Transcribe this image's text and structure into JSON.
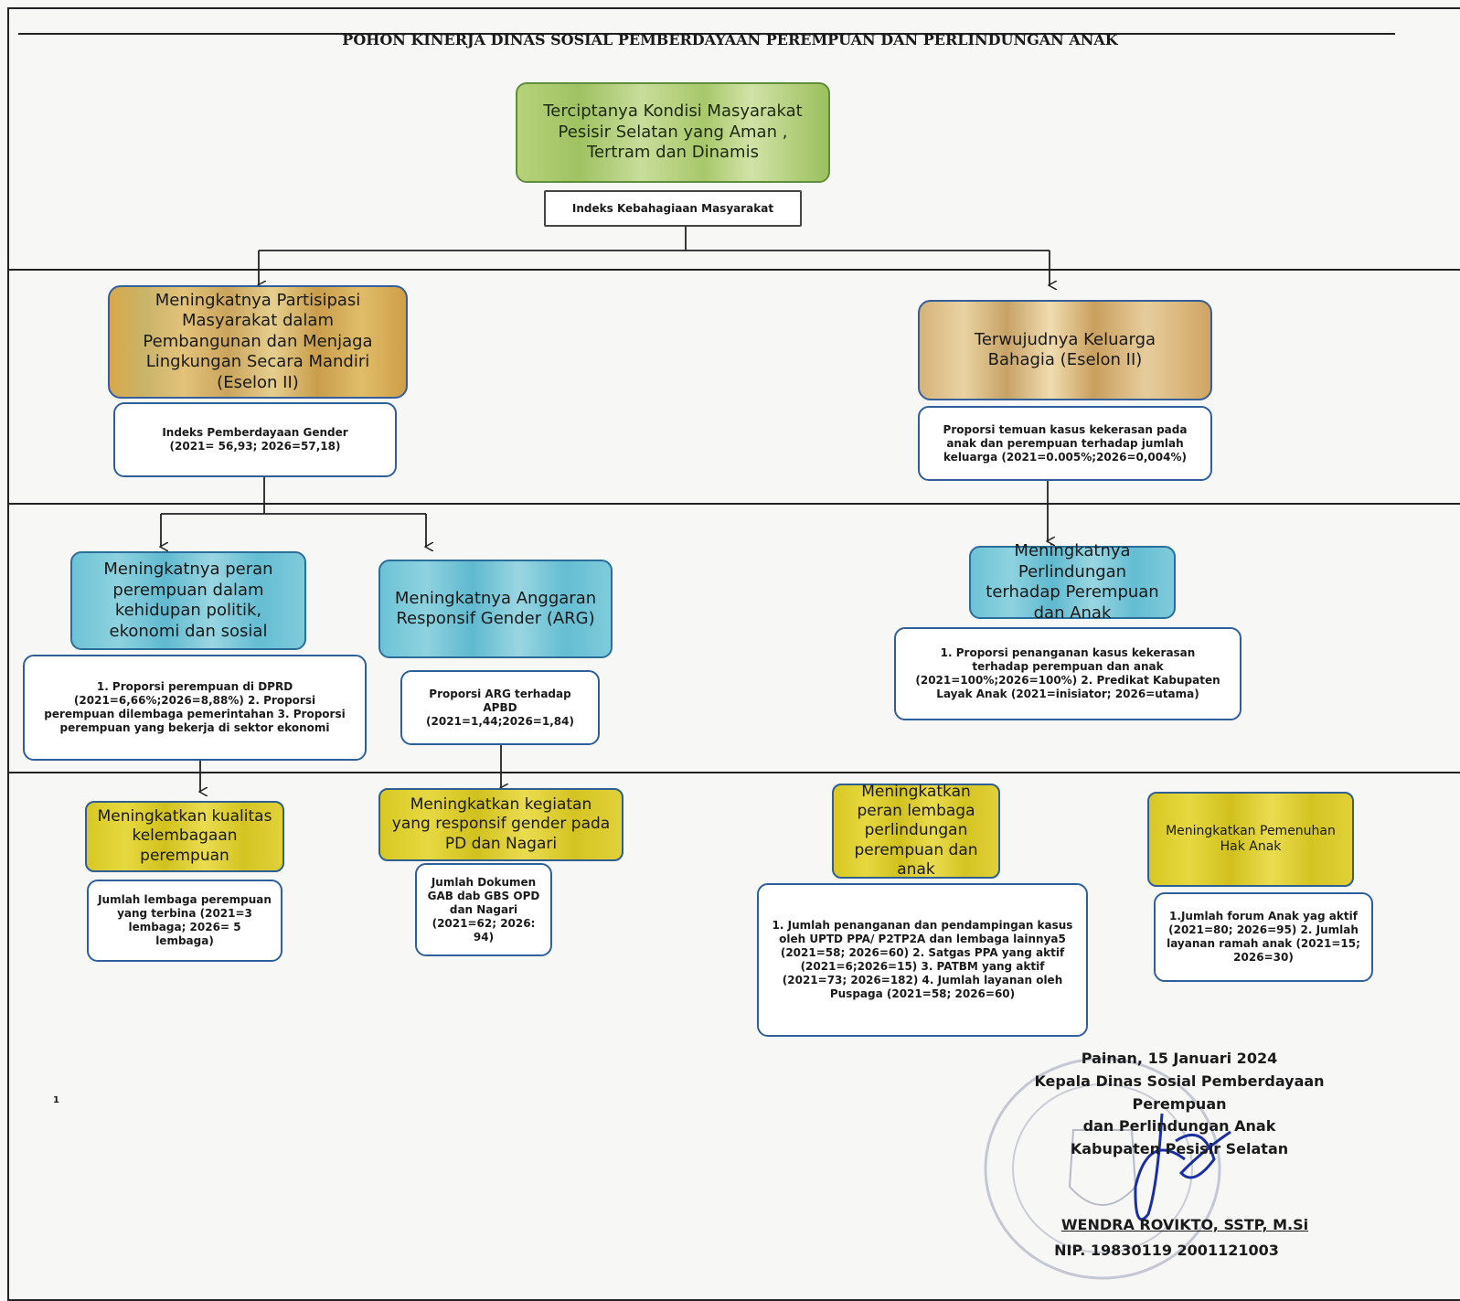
{
  "title": "POHON KINERJA DINAS SOSIAL PEMBERDAYAAN PEREMPUAN DAN PERLINDUNGAN ANAK",
  "top": {
    "goal": "Terciptanya Kondisi Masyarakat Pesisir Selatan yang Aman , Tertram dan Dinamis",
    "indicator": "Indeks Kebahagiaan Masyarakat"
  },
  "level2": {
    "left": {
      "goal": "Meningkatnya Partisipasi Masyarakat dalam Pembangunan dan Menjaga Lingkungan Secara Mandiri (Eselon II)",
      "indicator": "Indeks Pemberdayaan Gender (2021= 56,93; 2026=57,18)"
    },
    "right": {
      "goal": "Terwujudnya Keluarga Bahagia (Eselon II)",
      "indicator": "Proporsi temuan kasus kekerasan pada anak dan perempuan terhadap jumlah keluarga (2021=0.005%;2026=0,004%)"
    }
  },
  "level3": {
    "a": {
      "goal": "Meningkatnya peran perempuan dalam kehidupan politik, ekonomi dan sosial",
      "indicator": "1. Proporsi perempuan di DPRD (2021=6,66%;2026=8,88%) 2. Proporsi perempuan dilembaga pemerintahan 3. Proporsi perempuan yang bekerja di sektor ekonomi"
    },
    "b": {
      "goal": "Meningkatnya Anggaran Responsif Gender (ARG)",
      "indicator": "Proporsi ARG terhadap APBD (2021=1,44;2026=1,84)"
    },
    "c": {
      "goal": "Meningkatnya Perlindungan terhadap Perempuan dan Anak",
      "indicator": "1. Proporsi penanganan kasus kekerasan terhadap perempuan dan anak (2021=100%;2026=100%) 2. Predikat Kabupaten Layak Anak (2021=inisiator; 2026=utama)"
    }
  },
  "level4": {
    "a": {
      "goal": "Meningkatkan kualitas kelembagaan perempuan",
      "indicator": "Jumlah lembaga perempuan yang terbina (2021=3 lembaga; 2026= 5 lembaga)"
    },
    "b": {
      "goal": "Meningkatkan kegiatan yang responsif gender pada PD dan Nagari",
      "indicator": "Jumlah Dokumen GAB dab GBS OPD dan Nagari (2021=62; 2026: 94)"
    },
    "c": {
      "goal": "Meningkatkan peran lembaga perlindungan perempuan dan anak",
      "indicator": "1. Jumlah penanganan dan pendampingan kasus oleh UPTD PPA/ P2TP2A dan lembaga lainnya5 (2021=58; 2026=60) 2. Satgas PPA yang aktif (2021=6;2026=15) 3. PATBM yang aktif (2021=73; 2026=182) 4. Jumlah layanan oleh Puspaga (2021=58; 2026=60)"
    },
    "d": {
      "goal": "Meningkatkan Pemenuhan Hak Anak",
      "indicator": "1.Jumlah forum Anak yag aktif (2021=80; 2026=95) 2. Jumlah layanan ramah anak (2021=15; 2026=30)"
    }
  },
  "page_number": "1",
  "signature": {
    "place_date": "Painan, 15 Januari 2024",
    "position_line1": "Kepala Dinas Sosial Pemberdayaan Perempuan",
    "position_line2": "dan Perlindungan Anak",
    "position_line3": "Kabupaten Pesisir Selatan",
    "name": "WENDRA ROVIKTO, SSTP, M.Si",
    "nip": "NIP. 19830119 2001121003"
  }
}
